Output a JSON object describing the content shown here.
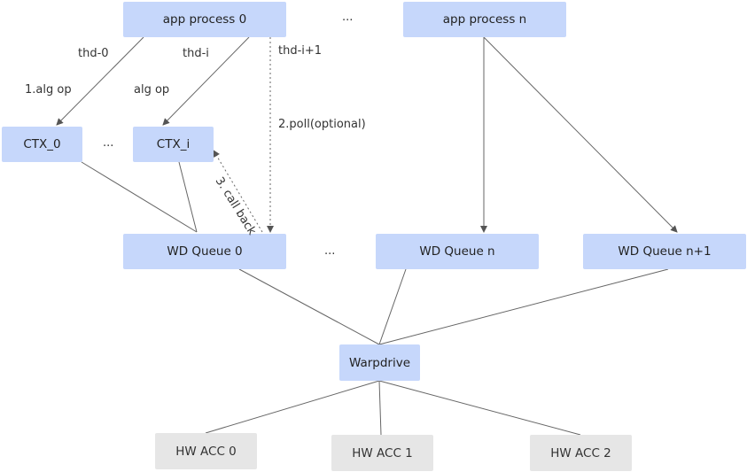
{
  "nodes": {
    "app_process_0": "app process 0",
    "app_process_n": "app process n",
    "ctx_0": "CTX_0",
    "ctx_i": "CTX_i",
    "wd_queue_0": "WD Queue 0",
    "wd_queue_n": "WD Queue n",
    "wd_queue_n1": "WD Queue n+1",
    "warpdrive": "Warpdrive",
    "hw_acc_0": "HW ACC 0",
    "hw_acc_1": "HW ACC 1",
    "hw_acc_2": "HW ACC 2"
  },
  "labels": {
    "ellipsis": "...",
    "thd_0": "thd-0",
    "thd_i": "thd-i",
    "thd_i1": "thd-i+1",
    "alg_op_1": "1.alg op",
    "alg_op": "alg op",
    "poll": "2.poll(optional)",
    "call_back": "3. call back"
  },
  "colors": {
    "node_blue": "#c6d7fb",
    "node_gray": "#e6e6e6",
    "line": "#666666"
  }
}
